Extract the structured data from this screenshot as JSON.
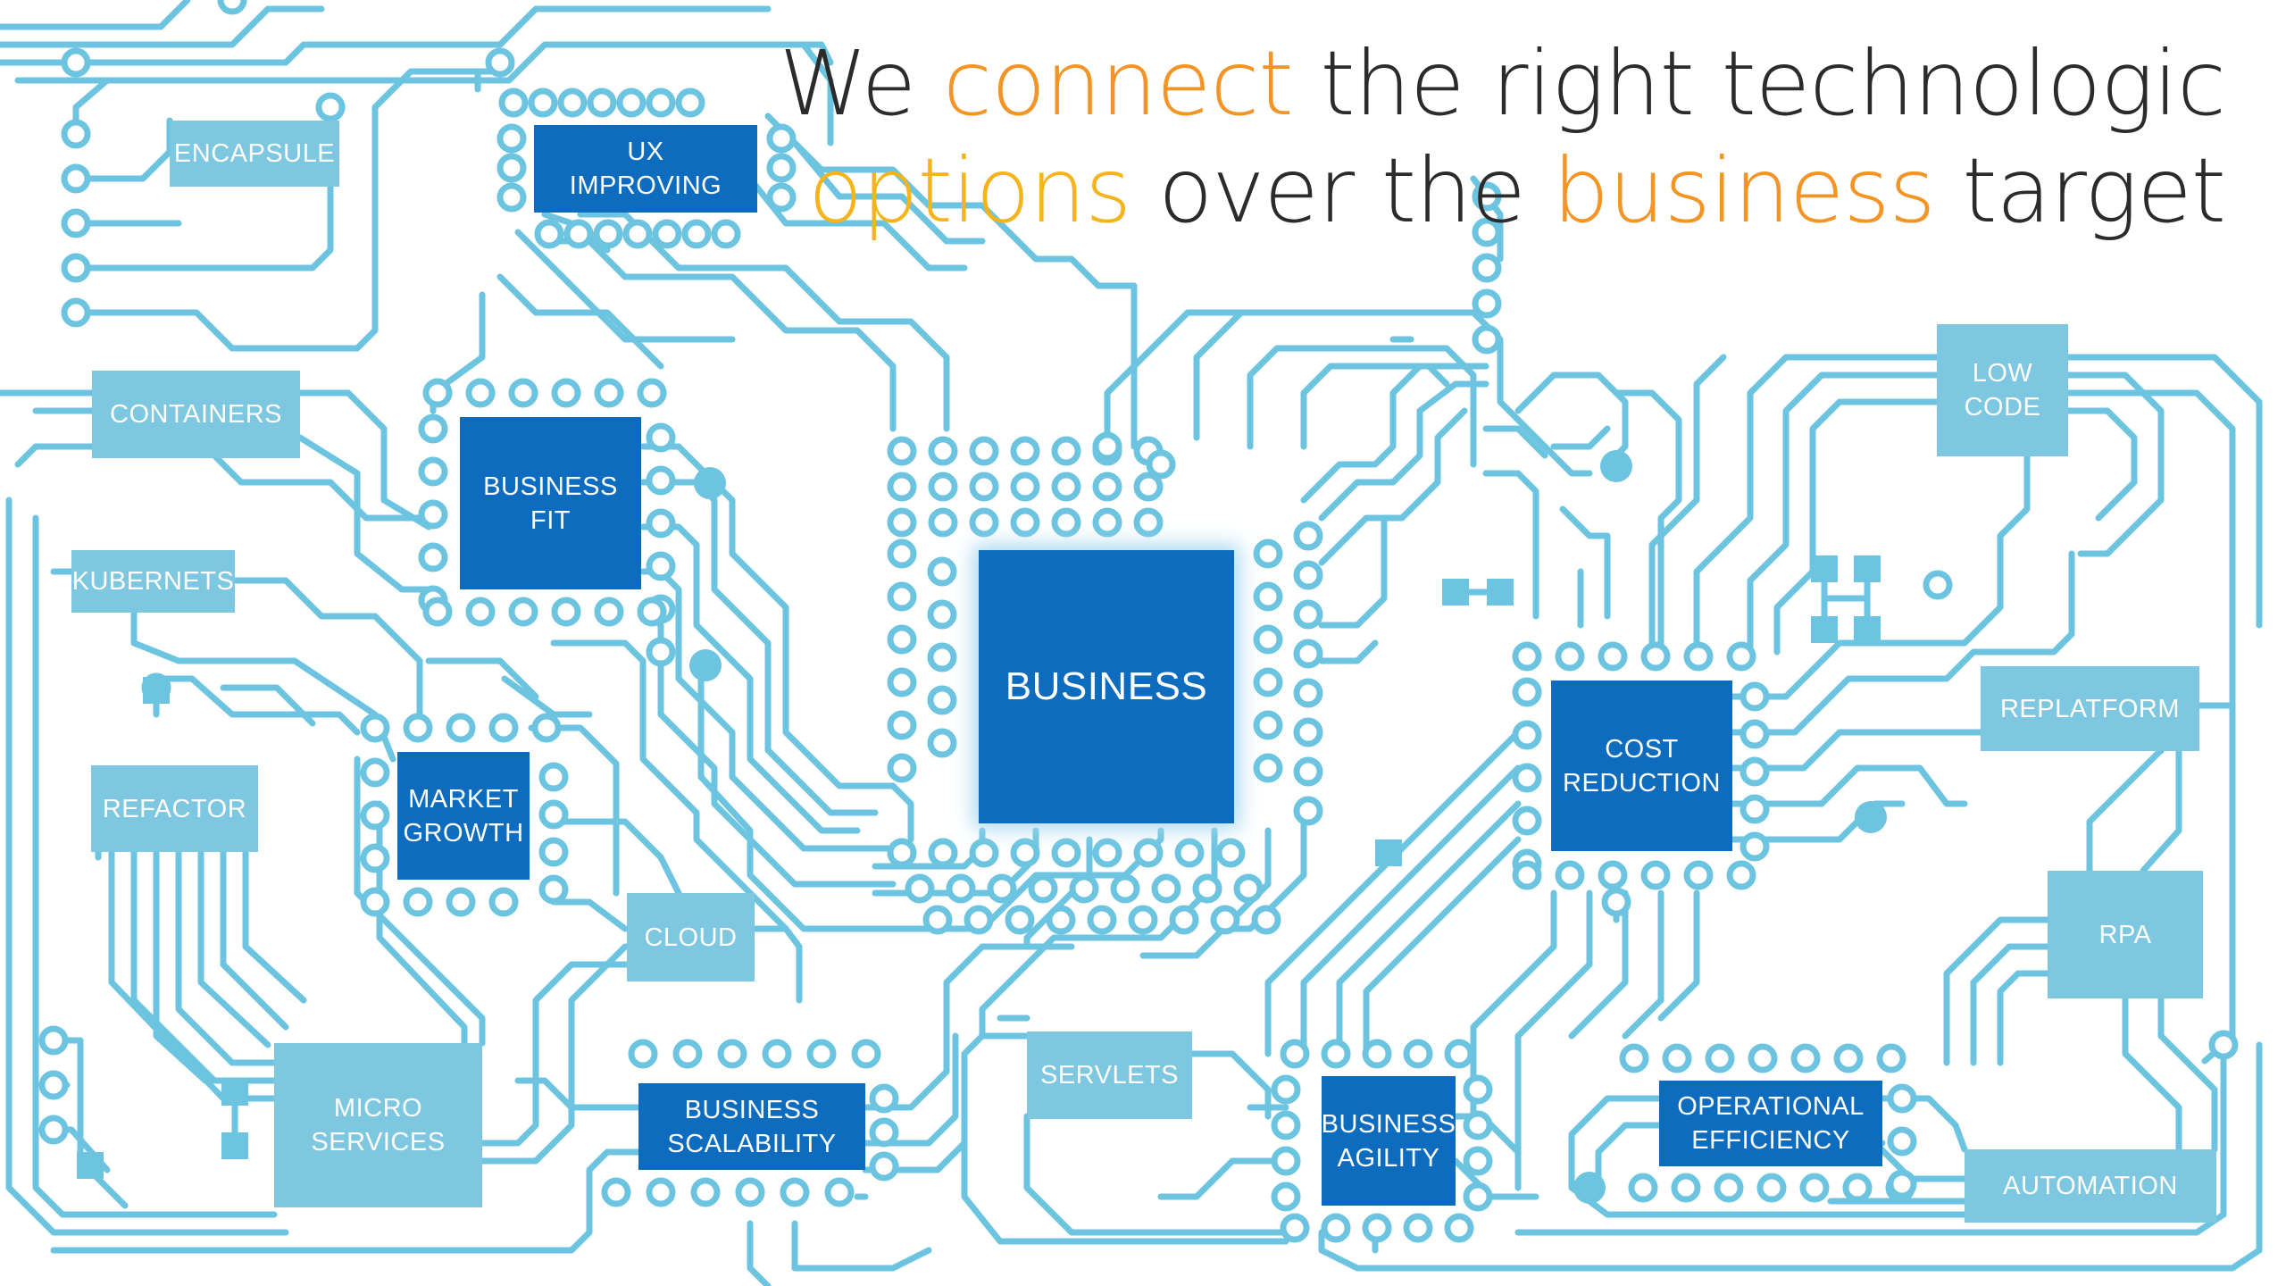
{
  "headline": {
    "line1": {
      "w1": "We",
      "accent": "connect",
      "rest": "the right technologic"
    },
    "line2": {
      "accent1": "options",
      "mid": "over the",
      "accent2": "business",
      "rest": "target"
    }
  },
  "colors": {
    "trace": "#6cc4e0",
    "chip": "#0e6cbf",
    "tag": "#7ec7e1",
    "headline_text": "#2b2b2b",
    "accent_orange": "#f39425",
    "accent_yellow": "#f6b41c"
  },
  "core": {
    "label": "BUSINESS"
  },
  "chips": {
    "ux_improving": "UX\nIMPROVING",
    "business_fit": "BUSINESS\nFIT",
    "market_growth": "MARKET\nGROWTH",
    "business_scalability": "BUSINESS\nSCALABILITY",
    "business_agility": "BUSINESS\nAGILITY",
    "cost_reduction": "COST\nREDUCTION",
    "operational_efficiency": "OPERATIONAL\nEFFICIENCY"
  },
  "tags": {
    "encapsule": "ENCAPSULE",
    "containers": "CONTAINERS",
    "kubernets": "KUBERNETS",
    "refactor": "REFACTOR",
    "micro_services": "MICRO\nSERVICES",
    "cloud": "CLOUD",
    "servlets": "SERVLETS",
    "low_code": "LOW\nCODE",
    "replatform": "REPLATFORM",
    "rpa": "RPA",
    "automation": "AUTOMATION"
  }
}
